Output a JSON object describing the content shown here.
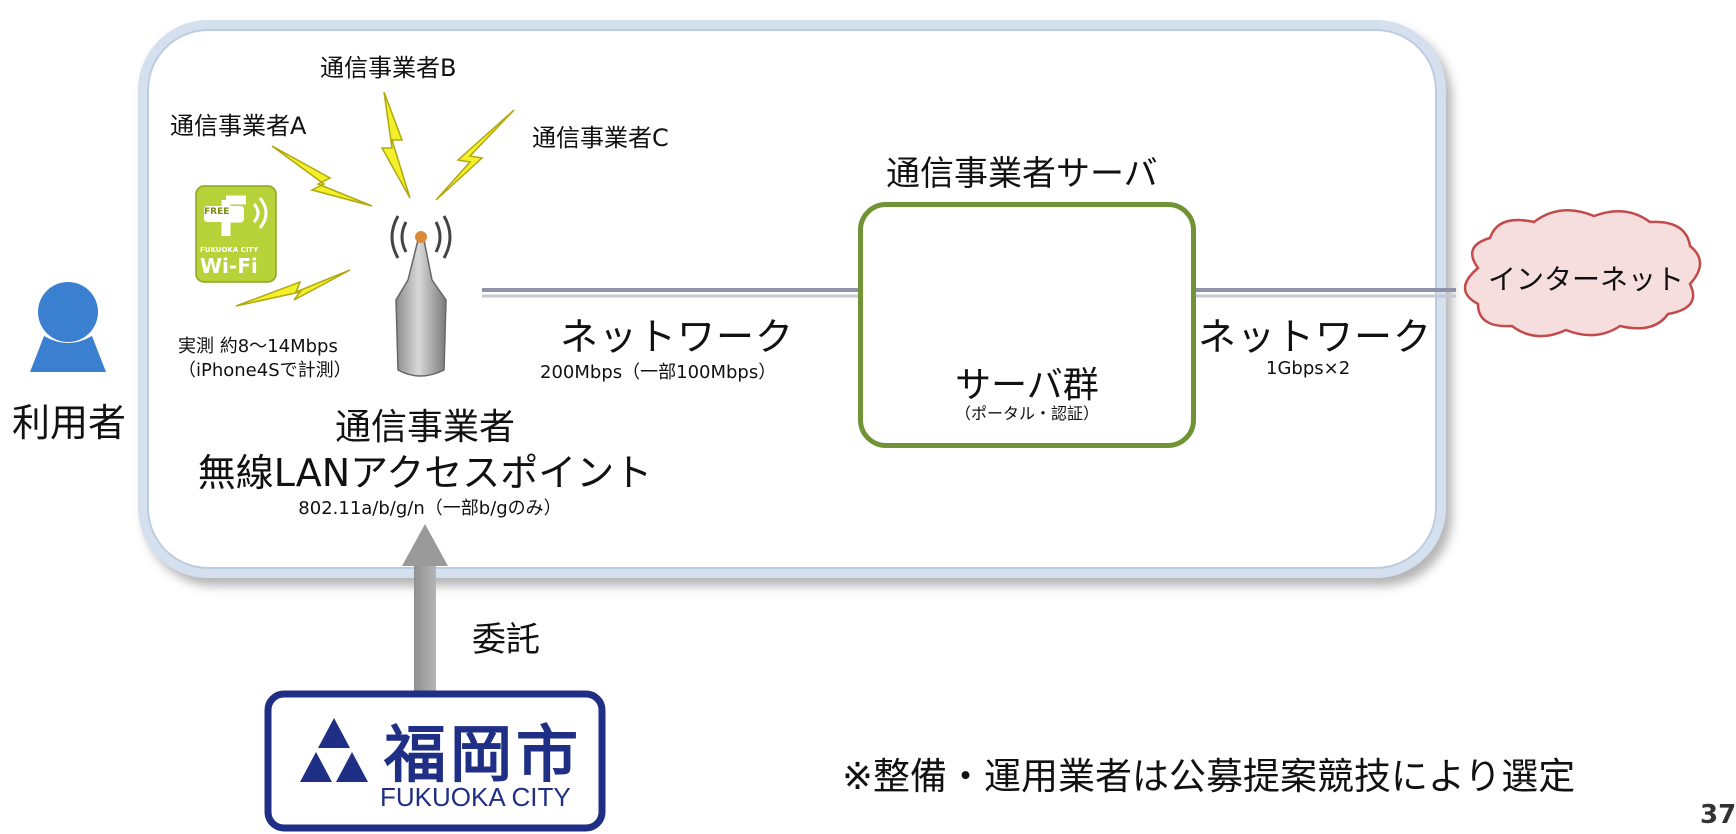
{
  "user": {
    "label": "利用者"
  },
  "carriers": {
    "a": "通信事業者A",
    "b": "通信事業者B",
    "c": "通信事業者C"
  },
  "wifi_logo": {
    "free": "FREE",
    "city": "FUKUOKA CITY",
    "wifi": "Wi-Fi"
  },
  "speed": {
    "line1": "実測 約8～14Mbps",
    "line2": "（iPhone4Sで計測）"
  },
  "access_point": {
    "line1": "通信事業者",
    "line2": "無線LANアクセスポイント",
    "spec": "802.11a/b/g/n（一部b/gのみ）"
  },
  "network_left": {
    "label": "ネットワーク",
    "speed": "200Mbps（一部100Mbps）"
  },
  "server": {
    "heading": "通信事業者サーバ",
    "label": "サーバ群",
    "sub": "（ポータル・認証）"
  },
  "network_right": {
    "label": "ネットワーク",
    "speed": "1Gbps×2"
  },
  "internet": {
    "label": "インターネット"
  },
  "consign": {
    "label": "委託"
  },
  "city_logo": {
    "name": "福岡市",
    "en": "FUKUOKA CITY"
  },
  "note": "※整備・運用業者は公募提案競技により選定",
  "page_number": "37",
  "colors": {
    "frame": "#d4e0ee",
    "server_border": "#6f9335",
    "city_blue": "#1f2f86",
    "lightning": "#f3f02a",
    "cloud": "#f7dede",
    "cloud_border": "#c34a4a",
    "user": "#3b7fd0"
  }
}
